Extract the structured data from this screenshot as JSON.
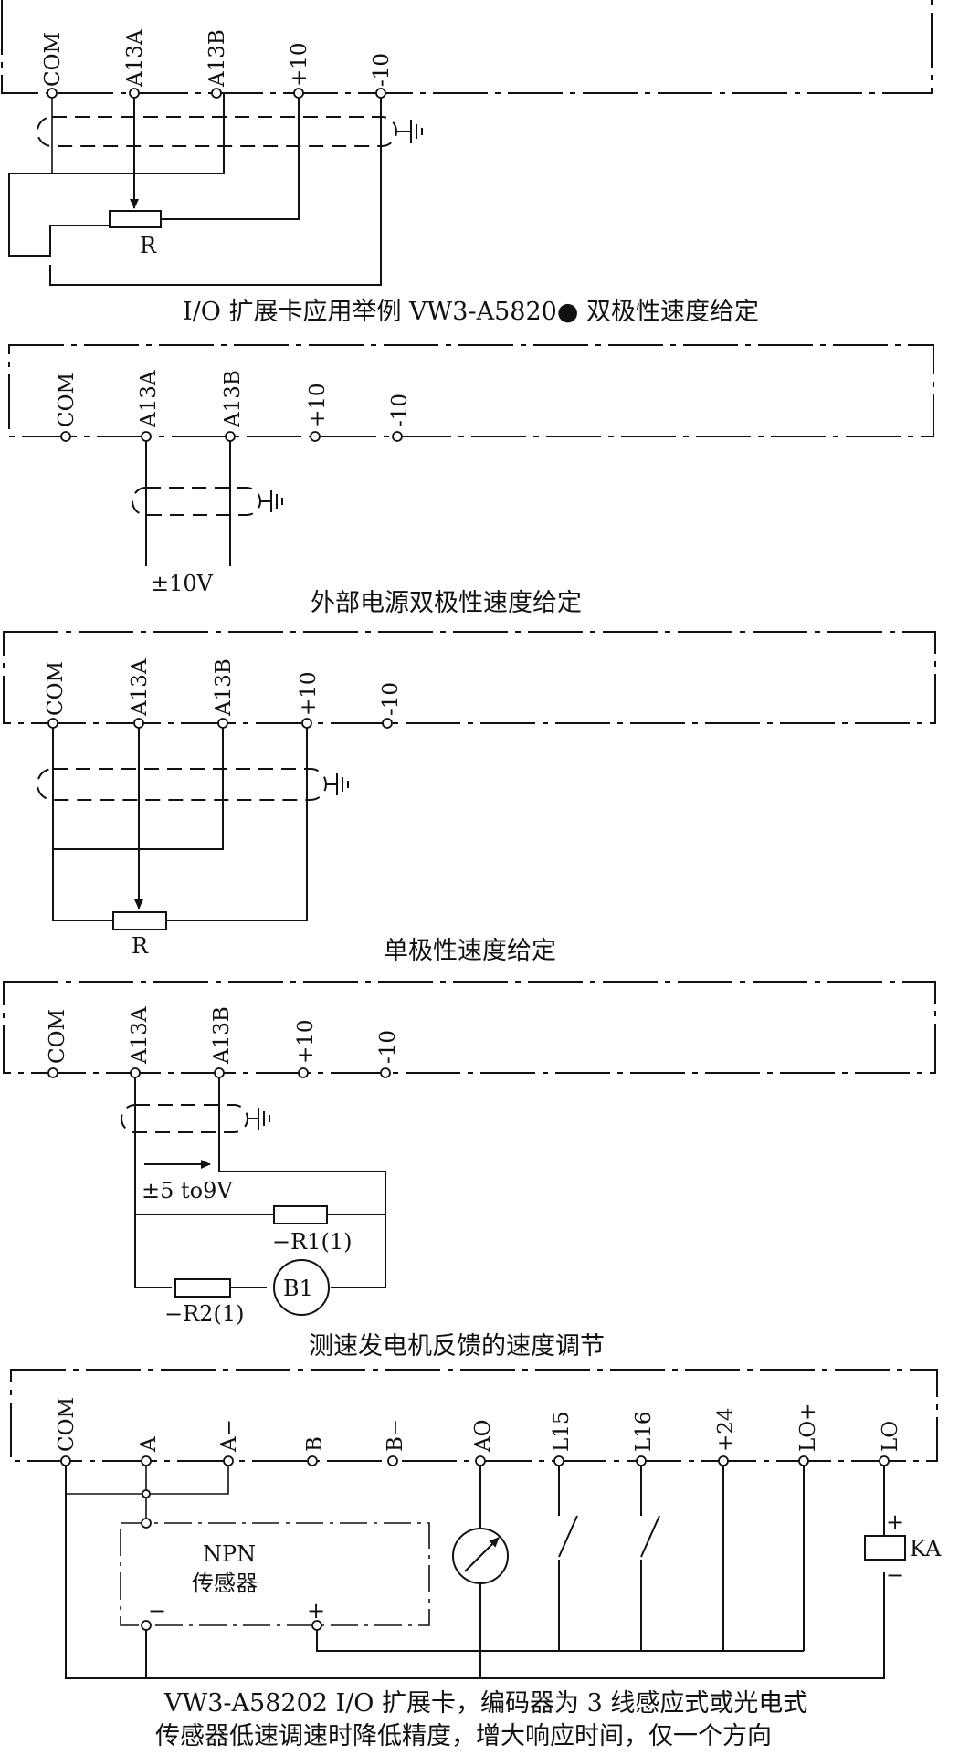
{
  "diagram1": {
    "terminals": [
      "COM",
      "A13A",
      "A13B",
      "+10",
      "-10"
    ],
    "resistor": "R",
    "caption": "I/O 扩展卡应用举例   VW3-A5820●  双极性速度给定"
  },
  "diagram2": {
    "terminals": [
      "COM",
      "A13A",
      "A13B",
      "+10",
      "-10"
    ],
    "voltage_label": "±10V",
    "caption": "外部电源双极性速度给定"
  },
  "diagram3": {
    "terminals": [
      "COM",
      "A13A",
      "A13B",
      "+10",
      "-10"
    ],
    "resistor": "R",
    "caption": "单极性速度给定"
  },
  "diagram4": {
    "terminals": [
      "COM",
      "A13A",
      "A13B",
      "+10",
      "-10"
    ],
    "voltage_label": "±5 to9V",
    "r1_label": "−R1(1)",
    "r2_label": "−R2(1)",
    "generator_label": "B1",
    "caption": "测速发电机反馈的速度调节"
  },
  "diagram5": {
    "terminals": [
      "COM",
      "A",
      "A−",
      "B",
      "B−",
      "AO",
      "L15",
      "L16",
      "+24",
      "LO+",
      "LO"
    ],
    "sensor_label_1": "NPN",
    "sensor_label_2": "传感器",
    "sensor_minus": "−",
    "sensor_plus": "+",
    "relay_label": "KA",
    "relay_plus": "+",
    "relay_minus": "−",
    "caption_line1": "VW3-A58202 I/O 扩展卡，编码器为 3 线感应式或光电式",
    "caption_line2": "传感器低速调速时降低精度，增大响应时间，仅一个方向"
  }
}
